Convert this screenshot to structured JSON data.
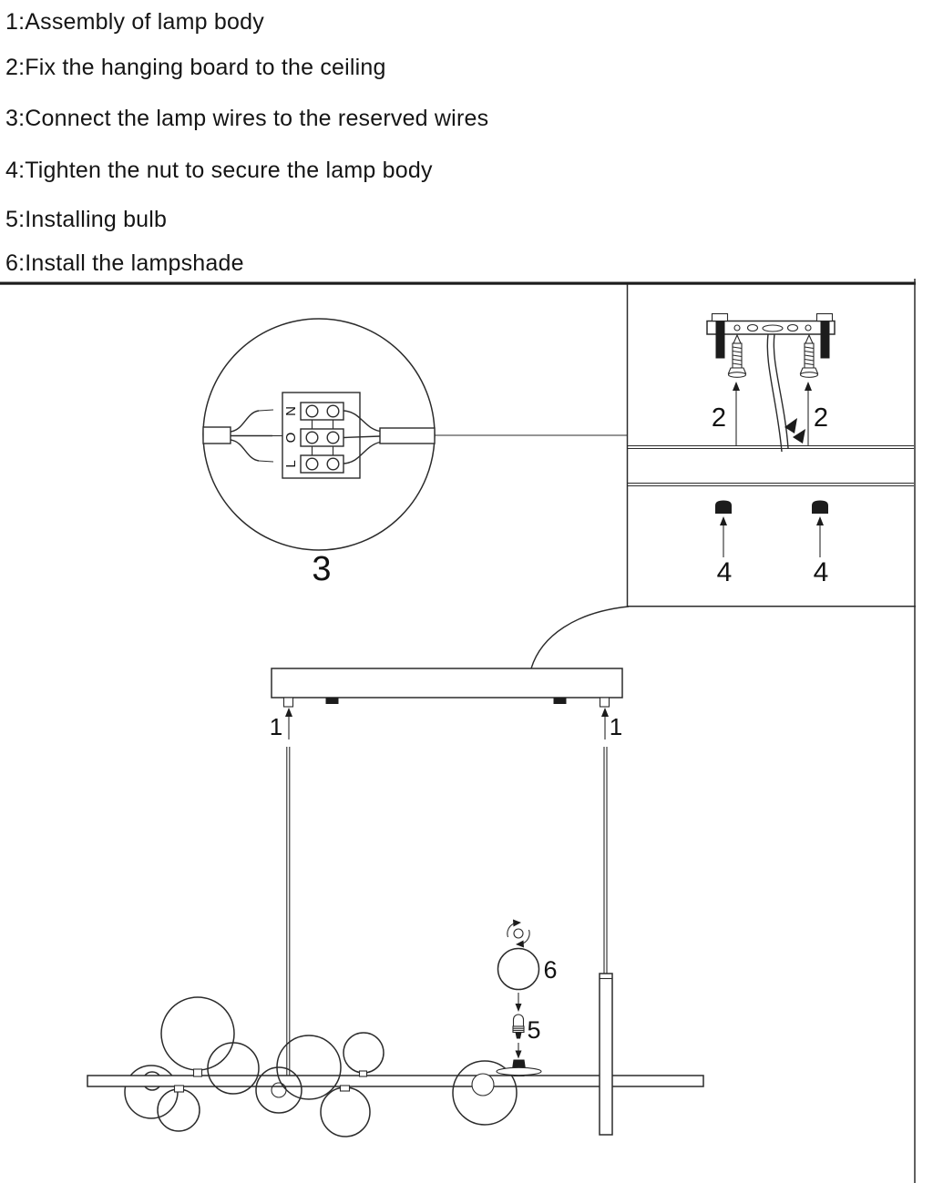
{
  "page": {
    "background": "#ffffff",
    "line_color": "#2b2b2b",
    "ink_color": "#1c1c1c"
  },
  "instructions": [
    "1:Assembly of lamp body",
    "2:Fix the hanging board to the ceiling",
    "3:Connect the lamp wires to the reserved wires",
    "4:Tighten the nut to secure the lamp body",
    "5:Installing bulb",
    "6:Install the lampshade"
  ],
  "labels": {
    "step1_left": "1",
    "step1_right": "1",
    "step2_left": "2",
    "step2_right": "2",
    "step3": "3",
    "step4_left": "4",
    "step4_right": "4",
    "step5": "5",
    "step6": "6"
  },
  "terminal_block": {
    "top": "N",
    "middle": "O",
    "bottom": "L"
  }
}
